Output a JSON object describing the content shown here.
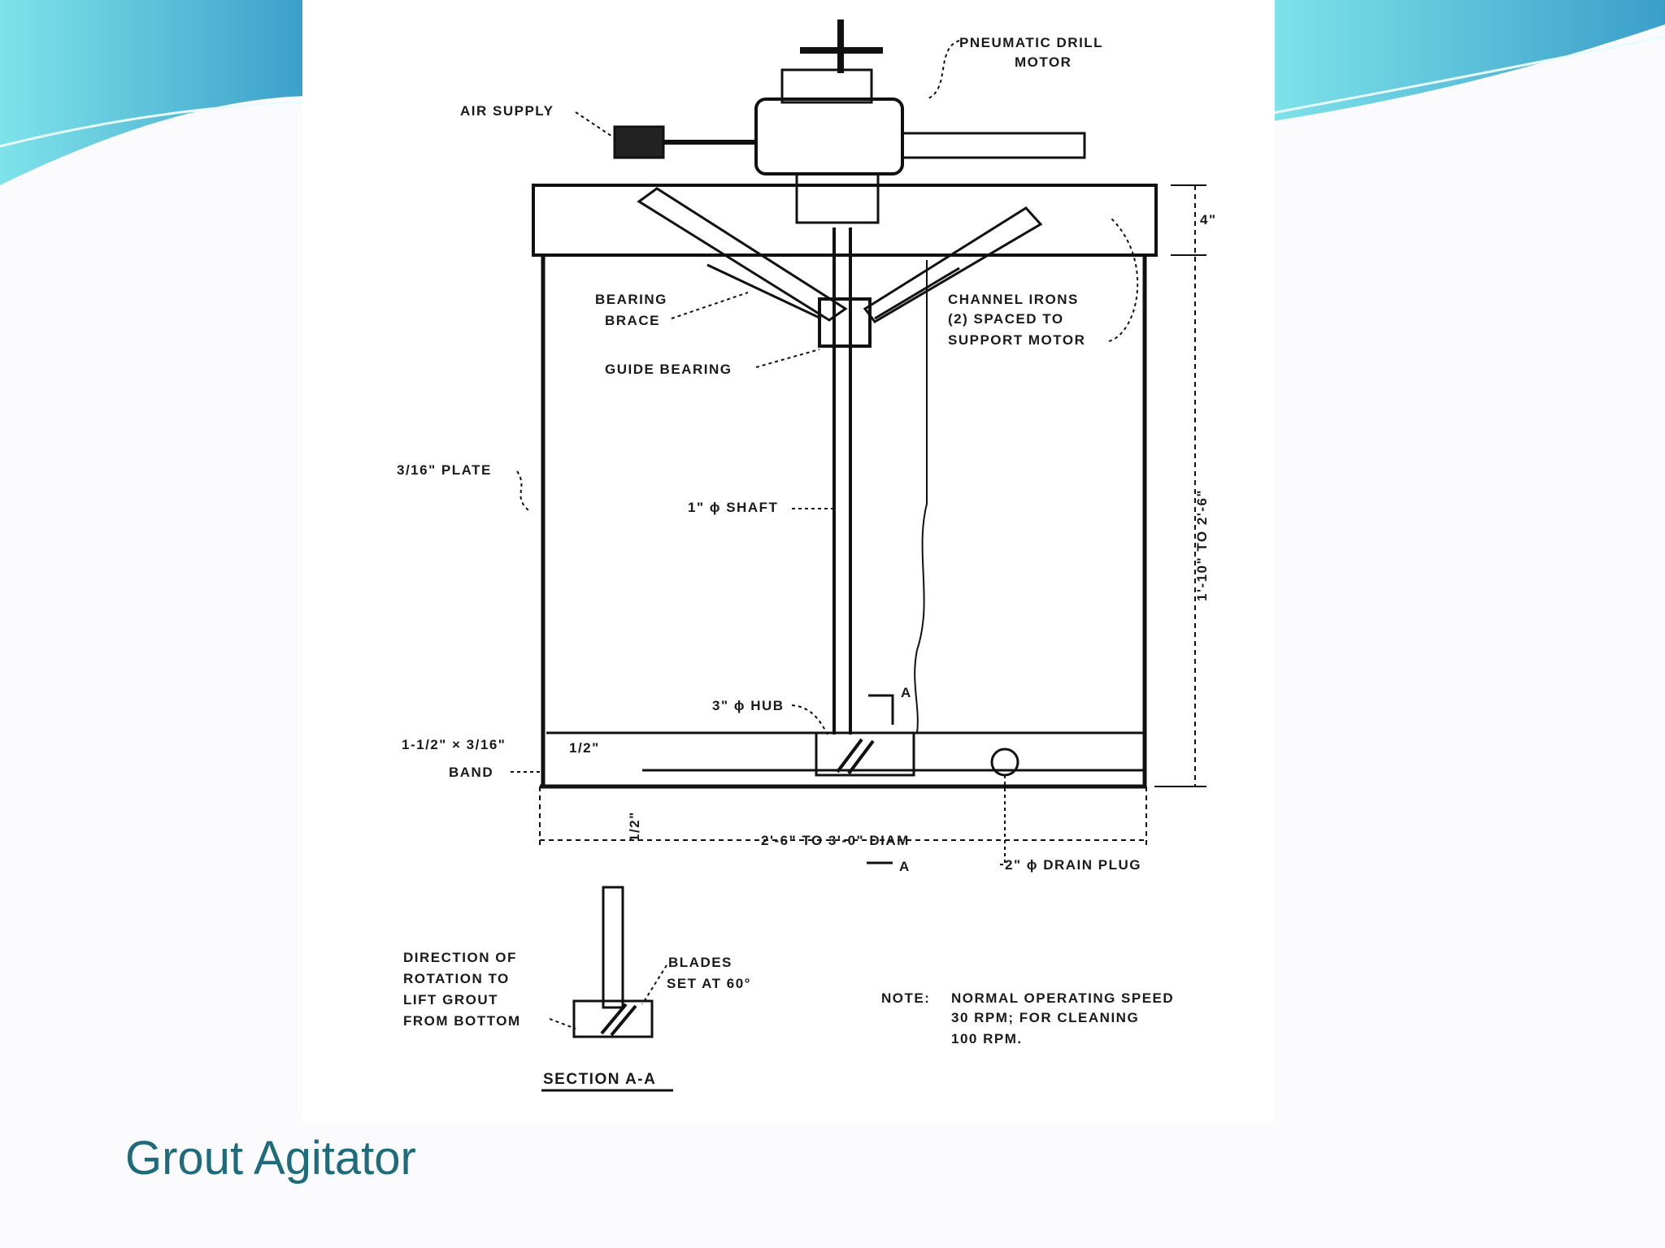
{
  "slide": {
    "title": "Grout Agitator",
    "accent_color": "#1f6b7e",
    "wave_colors": [
      "#7fe3ea",
      "#5fc7e6",
      "#3a9fc9"
    ]
  },
  "diagram": {
    "labels": {
      "pneumatic_drill_motor_1": "PNEUMATIC DRILL",
      "pneumatic_drill_motor_2": "MOTOR",
      "air_supply": "AIR SUPPLY",
      "bearing_brace_1": "BEARING",
      "bearing_brace_2": "BRACE",
      "guide_bearing": "GUIDE BEARING",
      "channel_irons_1": "CHANNEL IRONS",
      "channel_irons_2": "(2) SPACED TO",
      "channel_irons_3": "SUPPORT MOTOR",
      "plate": "3/16\" PLATE",
      "shaft": "1\" ϕ SHAFT",
      "hub": "3\" ϕ HUB",
      "band_size": "1-1/2\" × 3/16\"",
      "band": "BAND",
      "half_inch": "1/2\"",
      "half_inch_vertical": "1/2\"",
      "height_dim": "1'-10\" TO 2'-6\"",
      "top_dim": "4\"",
      "diameter_dim": "2'-6\" TO 3'-0\" DIAM",
      "section_marker_top": "A",
      "section_marker_bottom": "A",
      "drain_plug": "2\" ϕ DRAIN PLUG",
      "direction_1": "DIRECTION OF",
      "direction_2": "ROTATION TO",
      "direction_3": "LIFT GROUT",
      "direction_4": "FROM BOTTOM",
      "blades_1": "BLADES",
      "blades_2": "SET AT 60°",
      "section_title": "SECTION A-A",
      "note_label": "NOTE:",
      "note_1": "NORMAL OPERATING SPEED",
      "note_2": "30 RPM; FOR CLEANING",
      "note_3": "100 RPM."
    }
  }
}
